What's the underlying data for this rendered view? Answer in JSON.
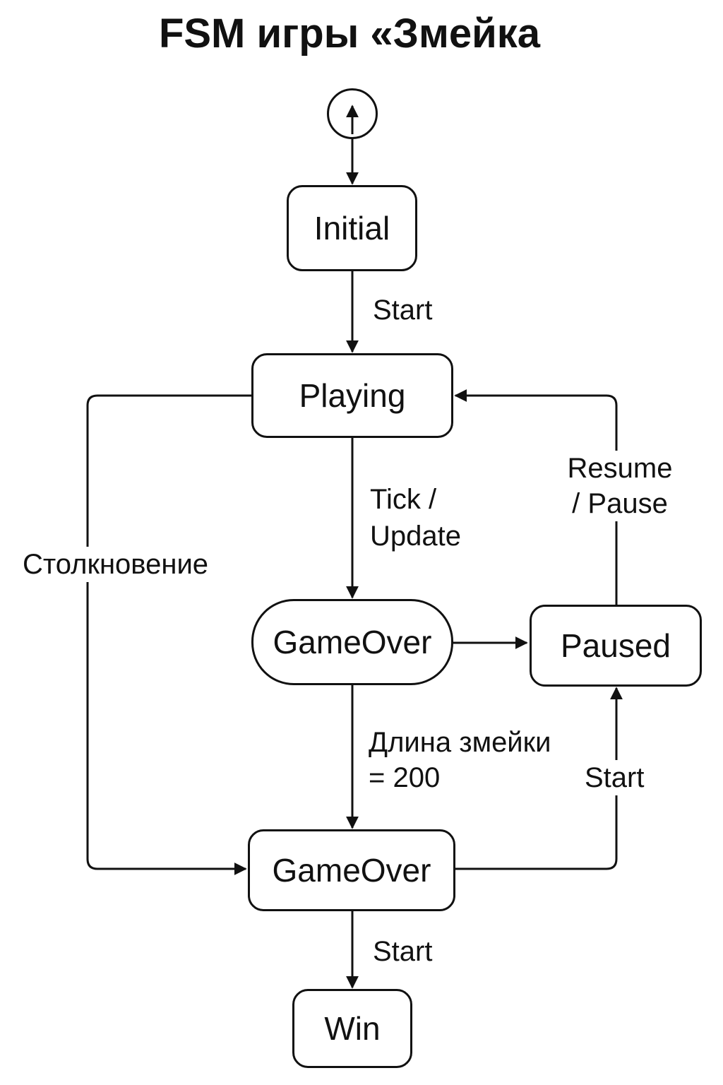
{
  "title": "FSM игры «Змейка",
  "states": {
    "initial": "Initial",
    "playing": "Playing",
    "gameover_top": "GameOver",
    "paused": "Paused",
    "gameover_bottom": "GameOver",
    "win": "Win"
  },
  "transitions": {
    "initial_to_playing": "Start",
    "playing_to_gameover_line1": "Tick /",
    "playing_to_gameover_line2": "Update",
    "paused_to_playing_line1": "Resume",
    "paused_to_playing_line2": "/ Pause",
    "collision": "Столкновение",
    "gameover_length_line1": "Длина змейки",
    "gameover_length_line2": "= 200",
    "gameover_to_paused": "Start",
    "gameover_to_win": "Start"
  },
  "colors": {
    "stroke": "#111111",
    "background": "#ffffff"
  }
}
